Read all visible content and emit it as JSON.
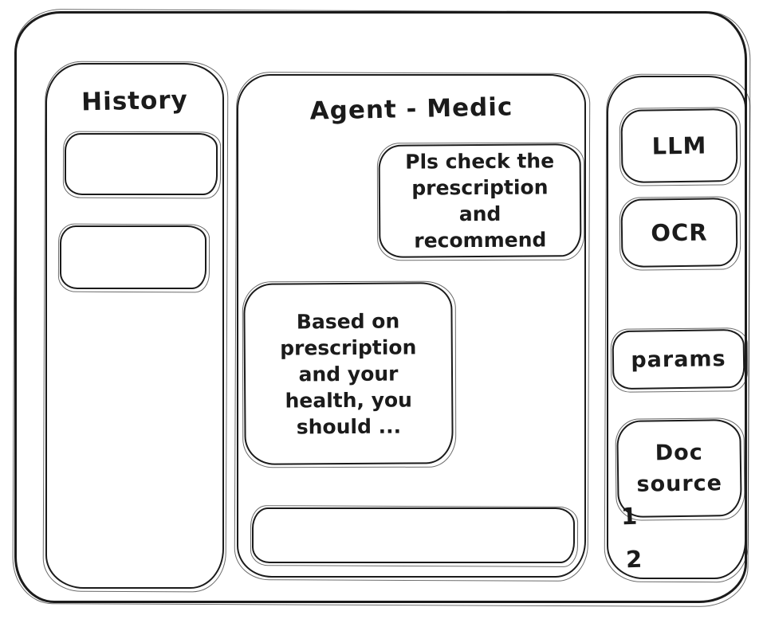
{
  "sketch": {
    "kind": "hand-drawn wireframe of a medical agent chat application"
  },
  "history_panel": {
    "title": "History",
    "items": [
      {
        "label": ""
      },
      {
        "label": ""
      }
    ]
  },
  "chat_panel": {
    "title": "Agent - Medic",
    "messages": [
      {
        "role": "user",
        "align": "right",
        "text": "Pls check the prescription and recommend"
      },
      {
        "role": "assistant",
        "align": "left",
        "text": "Based on prescription and your health, you should ..."
      }
    ],
    "input": {
      "value": ""
    }
  },
  "tools_panel": {
    "buttons": [
      {
        "label": "LLM"
      },
      {
        "label": "OCR"
      },
      {
        "label": "params"
      },
      {
        "label": "Doc source"
      }
    ],
    "doc_list": [
      {
        "label": "1"
      },
      {
        "label": "2"
      }
    ]
  },
  "colors": {
    "ink": "#1b1b1b",
    "surface": "#ffffff"
  }
}
